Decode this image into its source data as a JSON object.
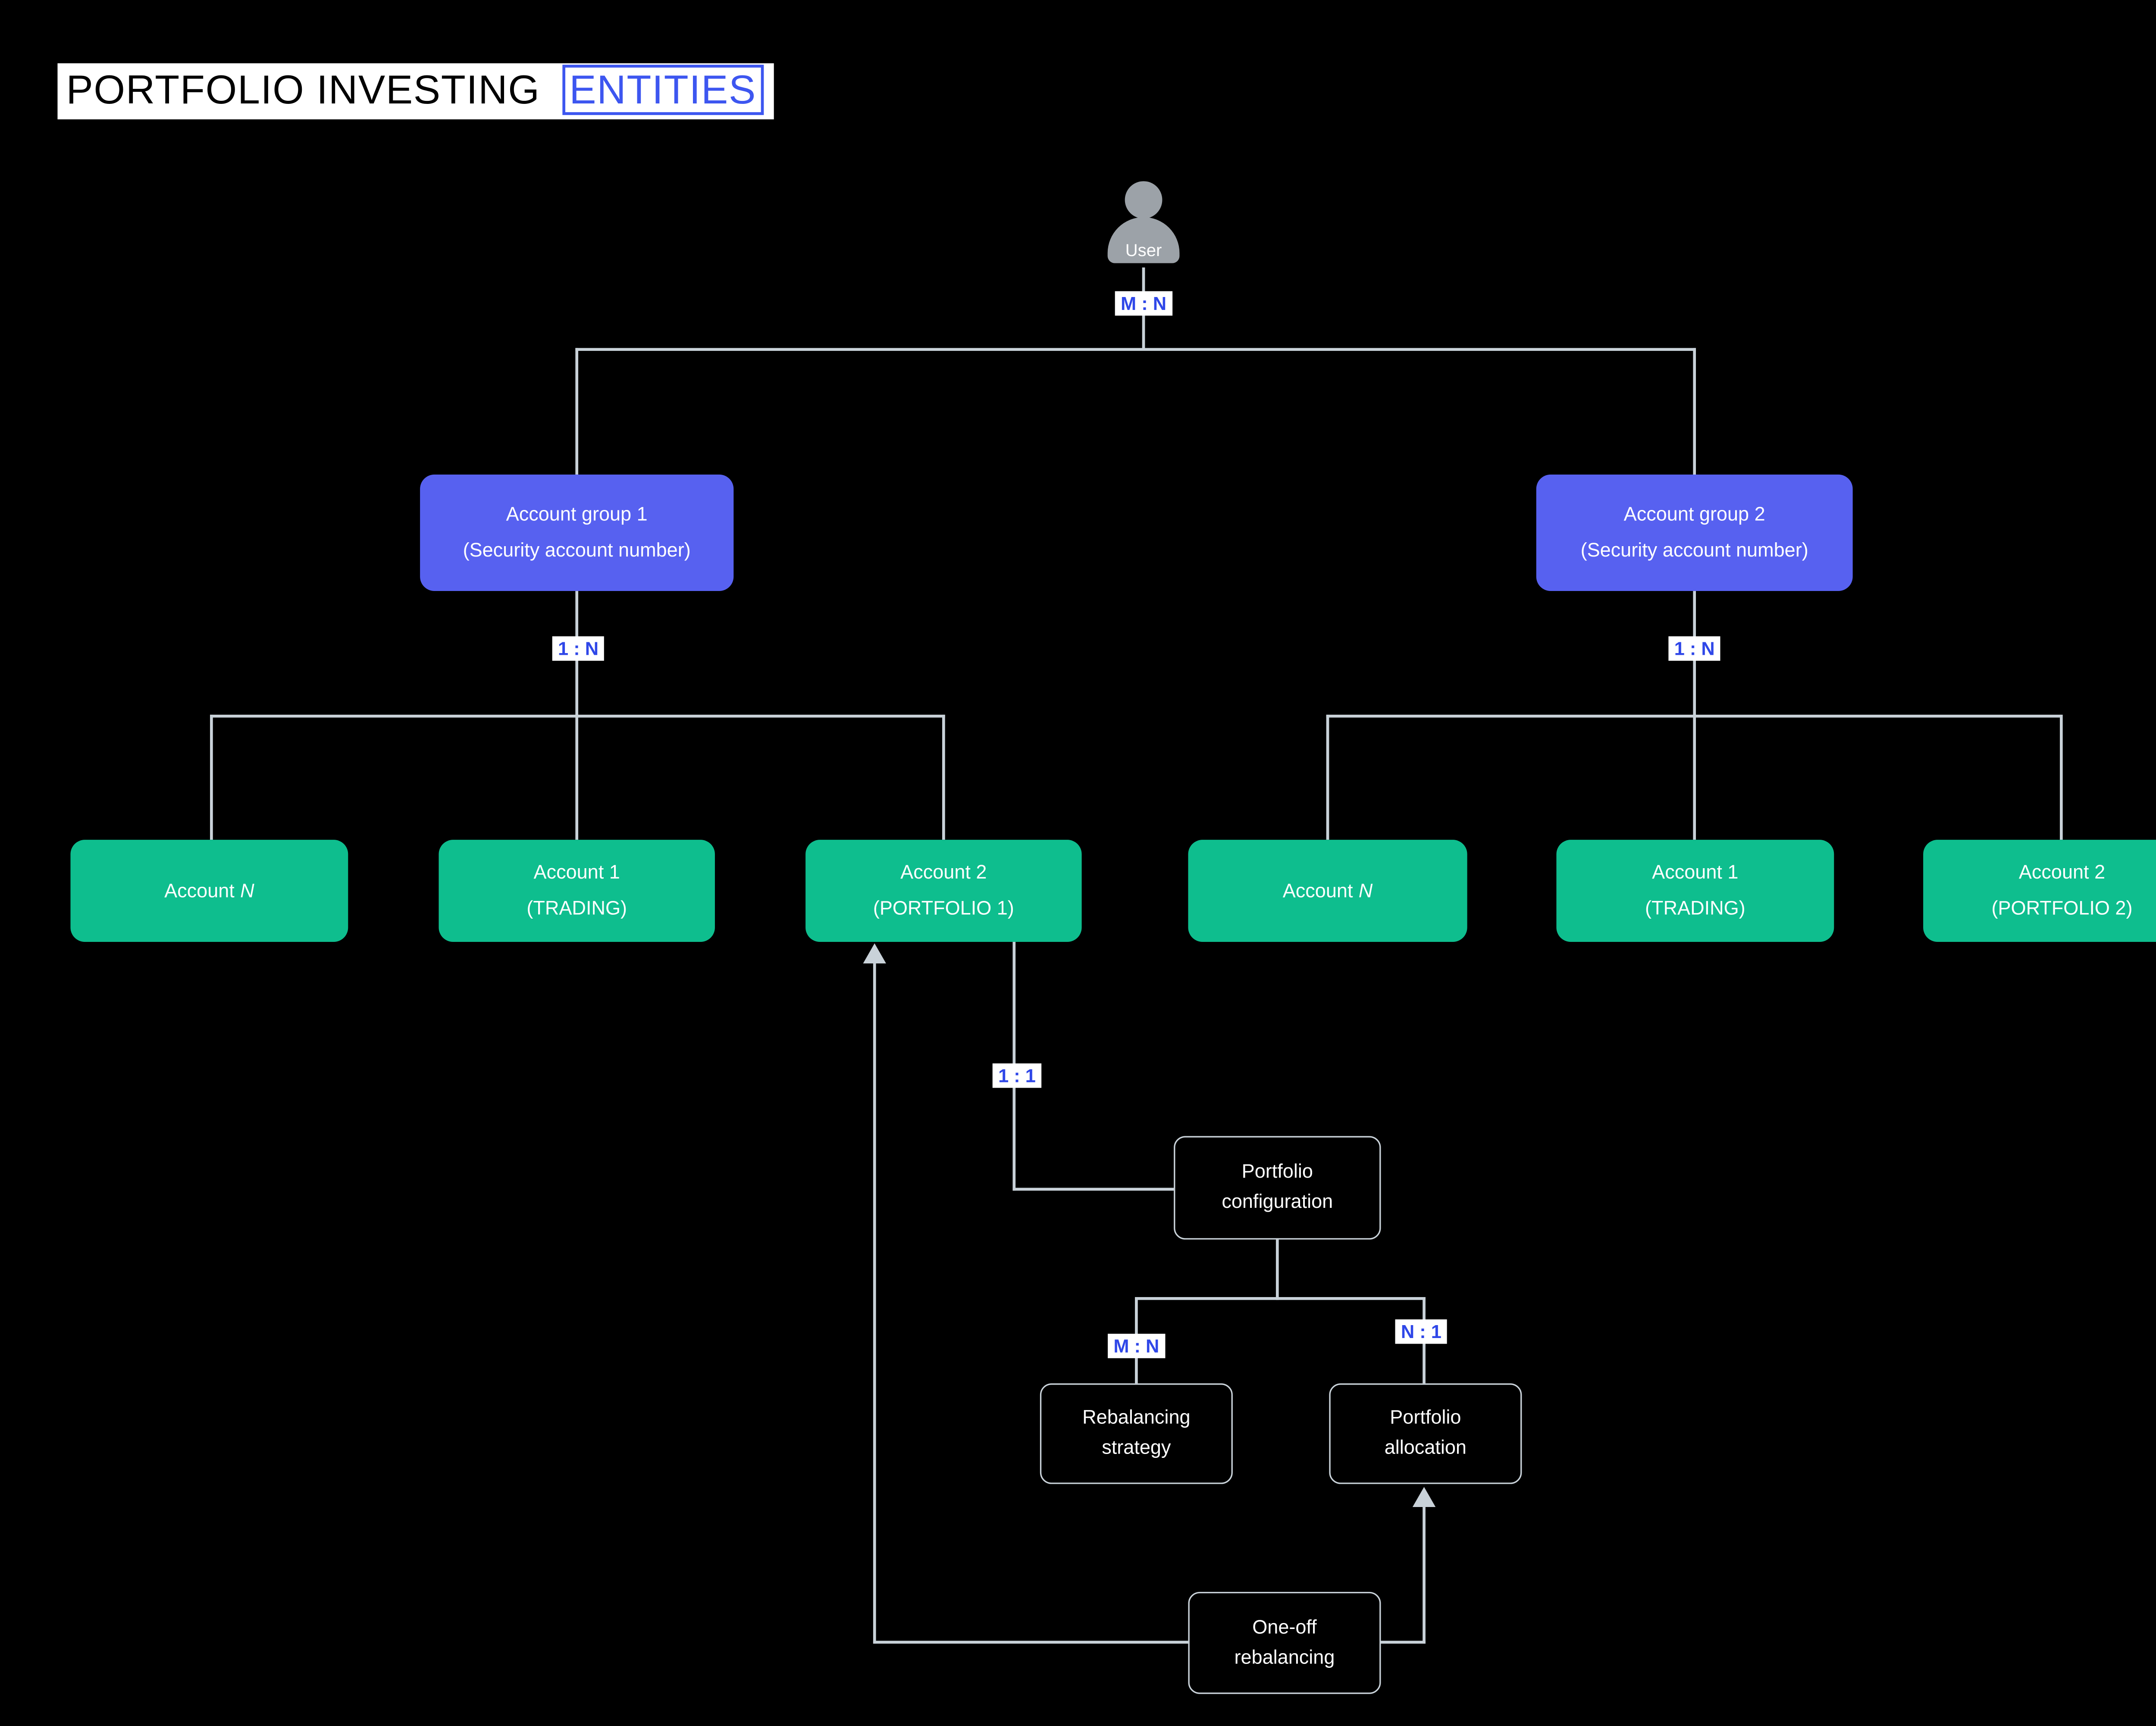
{
  "title": {
    "prefix": "PORTFOLIO INVESTING",
    "accent": "ENTITIES"
  },
  "user": {
    "label": "User",
    "icon": "person-icon"
  },
  "relation_labels": {
    "user_to_groups": "M : N",
    "group1_to_accounts": "1 : N",
    "group2_to_accounts": "1 : N",
    "account_to_config": "1 : 1",
    "config_to_strategy": "M : N",
    "config_to_allocation": "N : 1"
  },
  "account_groups": [
    {
      "line1": "Account group 1",
      "line2": "(Security account number)"
    },
    {
      "line1": "Account group 2",
      "line2": "(Security account number)"
    }
  ],
  "accounts": [
    {
      "title": "Account",
      "italic_suffix": "N",
      "subtitle": ""
    },
    {
      "title": "Account 1",
      "italic_suffix": "",
      "subtitle": "(TRADING)"
    },
    {
      "title": "Account 2",
      "italic_suffix": "",
      "subtitle": "(PORTFOLIO 1)"
    },
    {
      "title": "Account",
      "italic_suffix": "N",
      "subtitle": ""
    },
    {
      "title": "Account 1",
      "italic_suffix": "",
      "subtitle": "(TRADING)"
    },
    {
      "title": "Account 2",
      "italic_suffix": "",
      "subtitle": "(PORTFOLIO 2)"
    }
  ],
  "process_nodes": {
    "portfolio_configuration": "Portfolio configuration",
    "rebalancing_strategy": "Rebalancing strategy",
    "portfolio_allocation": "Portfolio allocation",
    "one_off_rebalancing": "One-off rebalancing"
  },
  "colors": {
    "background": "#000000",
    "box_blue": "#5761F0",
    "box_green": "#0EBE8E",
    "line": "#C9D2D9",
    "relation_text": "#2F47E8",
    "badge_bg": "#FFFFFF",
    "title_bg": "#FFFFFF",
    "title_text": "#000000",
    "title_accent": "#3D56F0",
    "user_icon": "#9CA2A8",
    "node_text": "#FFFFFF"
  }
}
